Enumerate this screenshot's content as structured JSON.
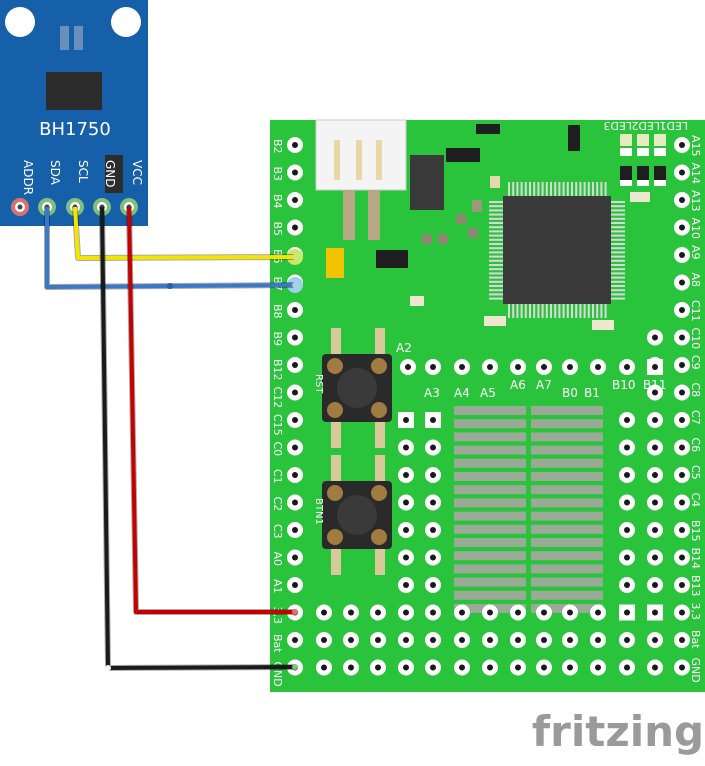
{
  "sensor": {
    "name": "BH1750",
    "pins": [
      "ADDR",
      "SDA",
      "SCL",
      "GND",
      "VCC"
    ]
  },
  "board": {
    "left_labels": [
      "B2",
      "B3",
      "B4",
      "B5",
      "B6",
      "B7",
      "B8",
      "B9",
      "B12",
      "C12",
      "C15",
      "C0",
      "C1",
      "C2",
      "C3",
      "A0",
      "A1",
      "3,3",
      "Bat",
      "GND"
    ],
    "right_labels": [
      "A15",
      "A14",
      "A13",
      "A10",
      "A9",
      "A8",
      "C11",
      "C10",
      "C9",
      "C8",
      "C7",
      "C6",
      "C5",
      "C4",
      "B15",
      "B14",
      "B13",
      "3,3",
      "Bat",
      "GND"
    ],
    "top_right_labels": [
      "LED1",
      "LED2",
      "LED3"
    ],
    "mid_labels": [
      "A2",
      "A3",
      "A4",
      "A5",
      "A6",
      "A7",
      "B0",
      "B1",
      "B10",
      "B11"
    ],
    "buttons": [
      "RST",
      "BTN1"
    ]
  },
  "wires": {
    "colors": {
      "yellow": "#f2e600",
      "blue": "#3a78c8",
      "black": "#1a1a1a",
      "red": "#c40000"
    }
  },
  "colors": {
    "sensor_blue": "#1560a8",
    "board_green": "#2ac33c",
    "chip_dark": "#3a3a3a"
  },
  "brand": "fritzing"
}
